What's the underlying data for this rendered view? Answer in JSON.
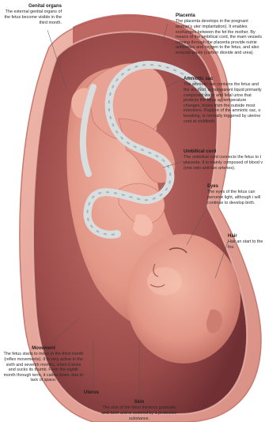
{
  "labels": {
    "genital": {
      "title": "Genital organs",
      "text": "The external genital organs of the fetus become visible in the third month."
    },
    "placenta": {
      "title": "Placenta",
      "text": "The placenta develops in the pregnant woman's uter implantation). It enables exchanges between the fet the mother. By means of the umbilical cord, the mam vessels running through the placenta provide nutrie antibodies and oxygen to the fetus, and also evacuat waste (carbon dioxide and urea)."
    },
    "amniotic": {
      "title": "Amniotic sac",
      "text": "The amniotic sac contains the fetus and the am fluid, a transparent liquid primarily composed water and fetal urine that protects the fetus ag temperature changes, blows from the outside most infections. Rupture of the amniotic sac, o breaking, is normally triggered by uterine cont at childbirth."
    },
    "umbilical": {
      "title": "Umbilical cord",
      "text": "The umbilical cord connects the fetus to t placenta. It is mainly composed of blood v (one vein and two arteries)."
    },
    "eyes": {
      "title": "Eyes",
      "text": "The eyes of the fetus can perceive light, although i will continue to develop birth."
    },
    "hair": {
      "title": "Hair",
      "text": "Hair an start to the fou"
    },
    "movement": {
      "title": "Movement",
      "text": "The fetus starts to move in the third month (reflex movements). It is very active in the sixth and seventh months, when it kicks and sucks its thumb. From the eighth month through term, it calms down, due to lack of space."
    },
    "uterus": {
      "title": "Uterus"
    },
    "skin": {
      "title": "Skin",
      "text": "The skin of the fetus thickens gradually until birth and is covered by a protective substance."
    }
  },
  "colors": {
    "uterus_wall": "#e9a79c",
    "uterus_outline": "#c77a70",
    "amniotic_fluid": "#a45452",
    "fetus_skin": "#e8a08f",
    "fetus_shadow": "#b8625a",
    "cord": "#d9ddde",
    "leader": "#555555"
  }
}
